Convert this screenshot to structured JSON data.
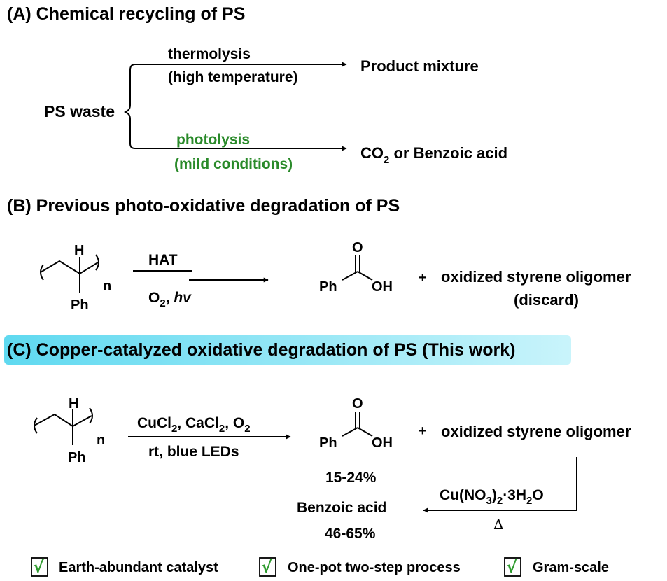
{
  "colors": {
    "text": "#000000",
    "green": "#2a8a2a",
    "highlight_left": "#5fd9f0",
    "highlight_right": "#c9f4fb",
    "check": "#2e9b2e"
  },
  "sectionA": {
    "title": "(A) Chemical recycling of PS",
    "source": "PS waste",
    "upper_label_1": "thermolysis",
    "upper_label_2": "(high temperature)",
    "upper_product": "Product mixture",
    "lower_label_1": "photolysis",
    "lower_label_2": "(mild conditions)",
    "lower_product_pre": "CO",
    "lower_product_sub": "2",
    "lower_product_post": " or Benzoic acid"
  },
  "sectionB": {
    "title": "(B) Previous photo-oxidative degradation of PS",
    "polymer_h": "H",
    "polymer_ph": "Ph",
    "polymer_n": "n",
    "reagent_top": "HAT",
    "reagent_bottom_pre": "O",
    "reagent_bottom_sub": "2",
    "reagent_bottom_mid": ", ",
    "reagent_bottom_italic": "hv",
    "acid_o": "O",
    "acid_ph": "Ph",
    "acid_oh": "OH",
    "plus": "+",
    "oligomer": "oxidized styrene oligomer",
    "oligomer_note": "(discard)"
  },
  "sectionC": {
    "title": "(C) Copper-catalyzed oxidative degradation of PS (This work)",
    "polymer_h": "H",
    "polymer_ph": "Ph",
    "polymer_n": "n",
    "reagent_top": {
      "a": "CuCl",
      "a_sub": "2",
      "b": ", CaCl",
      "b_sub": "2",
      "c": ", O",
      "c_sub": "2"
    },
    "reagent_bottom": "rt, blue LEDs",
    "acid_o": "O",
    "acid_ph": "Ph",
    "acid_oh": "OH",
    "yield1": "15-24%",
    "plus": "+",
    "oligomer": "oxidized styrene oligomer",
    "second_reagent": {
      "a": "Cu(NO",
      "a_sub": "3",
      "b": ")",
      "b_sub": "2",
      "c": "·3H",
      "c_sub": "2",
      "d": "O"
    },
    "heat": "Δ",
    "product2": "Benzoic acid",
    "yield2": "46-65%"
  },
  "features": [
    "Earth-abundant catalyst",
    "One-pot two-step process",
    "Gram-scale"
  ],
  "check_symbol": "√"
}
